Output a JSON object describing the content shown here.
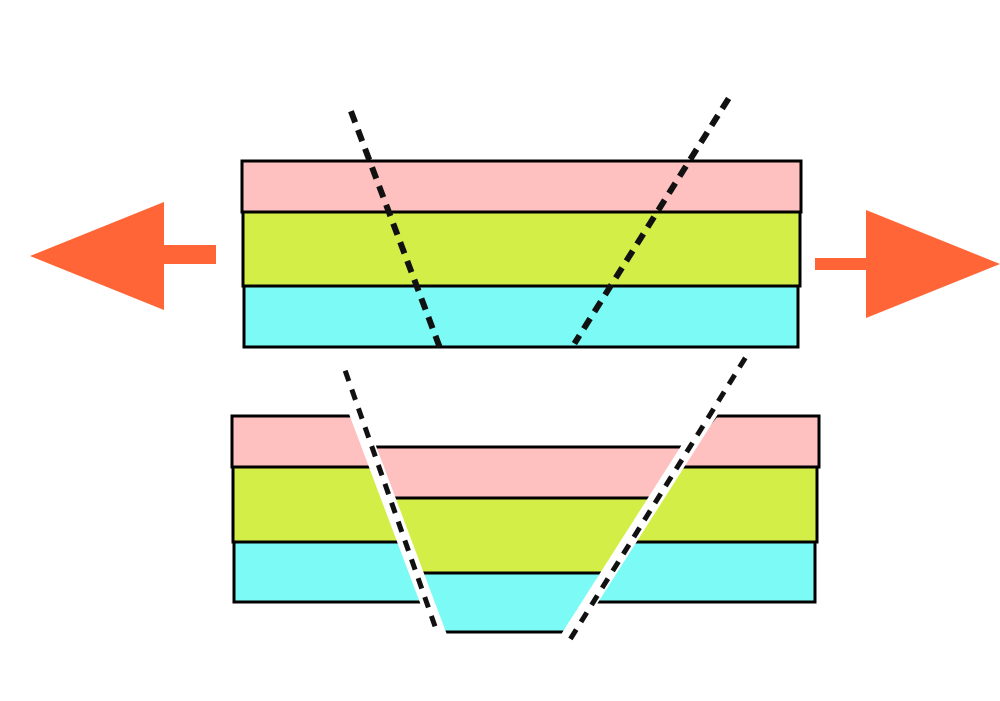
{
  "diagram": {
    "description_items": [],
    "colors": {
      "background": "#ffffff",
      "layer_top": "#ffc0c0",
      "layer_middle": "#d4ee48",
      "layer_bottom": "#7cfaf5",
      "outline": "#000000",
      "fault_line": "#111111",
      "arrow": "#ff6536"
    },
    "panels": [
      {
        "id": "before-extension",
        "layers": [
          "layer_top",
          "layer_middle",
          "layer_bottom"
        ]
      },
      {
        "id": "after-extension",
        "layers": [
          "layer_top",
          "layer_middle",
          "layer_bottom"
        ]
      }
    ],
    "arrows": [
      {
        "id": "left",
        "direction": "left"
      },
      {
        "id": "right",
        "direction": "right"
      }
    ]
  }
}
